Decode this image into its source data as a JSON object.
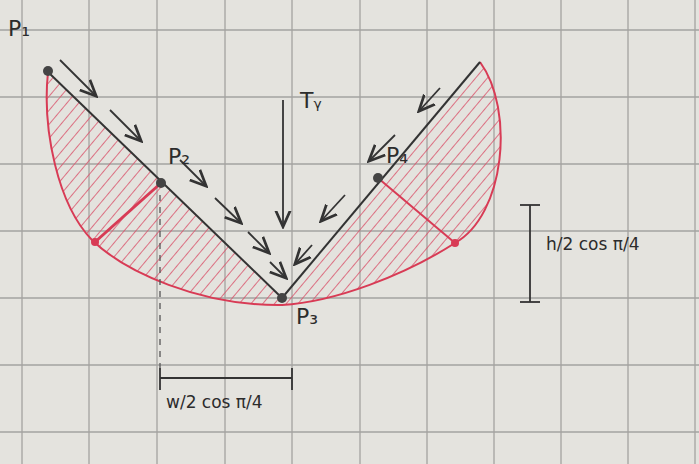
{
  "diagram": {
    "labels": [
      "P₁",
      "P₂",
      "Tᵧ",
      "P₄",
      "P₃",
      "h/2 cos π/4",
      "w/2 cos π/4"
    ]
  }
}
